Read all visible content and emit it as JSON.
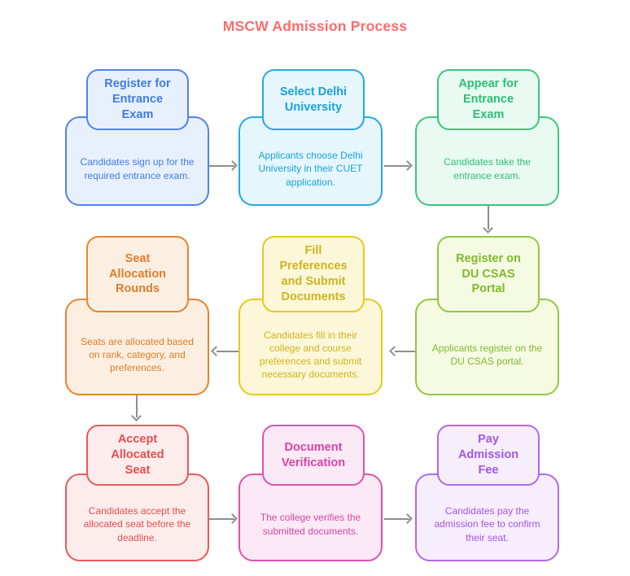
{
  "title": "MSCW Admission Process",
  "title_color": "#FB6D6D",
  "arrow_color": "#8E8E8E",
  "steps": [
    {
      "id": "register-entrance-exam",
      "title": "Register for\nEntrance\nExam",
      "description": "Candidates sign up for the\nrequired entrance exam.",
      "colors": {
        "border": "#5083EB",
        "fill": "#E9F0FD",
        "text": "#3E7CE8"
      }
    },
    {
      "id": "select-delhi-university",
      "title": "Select Delhi\nUniversity",
      "description": "Applicants choose Delhi\nUniversity in their CUET\napplication.",
      "colors": {
        "border": "#27A8E0",
        "fill": "#E5F6FC",
        "text": "#1CA1DB"
      }
    },
    {
      "id": "appear-entrance-exam",
      "title": "Appear for\nEntrance\nExam",
      "description": "Candidates take the\nentrance exam.",
      "colors": {
        "border": "#3EC57E",
        "fill": "#E8FAF1",
        "text": "#2FBE76"
      }
    },
    {
      "id": "register-du-csas-portal",
      "title": "Register on\nDU CSAS\nPortal",
      "description": "Applicants register on the\nDU CSAS portal.",
      "colors": {
        "border": "#92C83E",
        "fill": "#F5FAE2",
        "text": "#7FBA2D"
      }
    },
    {
      "id": "fill-preferences-submit-documents",
      "title": "Fill\nPreferences\nand Submit\nDocuments",
      "description": "Candidates fill in their\ncollege and course\npreferences and submit\nnecessary documents.",
      "colors": {
        "border": "#E6C91A",
        "fill": "#FCF7D8",
        "text": "#D0B31E"
      }
    },
    {
      "id": "seat-allocation-rounds",
      "title": "Seat\nAllocation\nRounds",
      "description": "Seats are allocated based\non rank, category, and\npreferences.",
      "colors": {
        "border": "#E8832D",
        "fill": "#FCEFE2",
        "text": "#E07C27"
      }
    },
    {
      "id": "accept-allocated-seat",
      "title": "Accept\nAllocated\nSeat",
      "description": "Candidates accept the\nallocated seat before the\ndeadline.",
      "colors": {
        "border": "#E9595B",
        "fill": "#FDECEC",
        "text": "#E44F51"
      }
    },
    {
      "id": "document-verification",
      "title": "Document\nVerification",
      "description": "The college verifies the\nsubmitted documents.",
      "colors": {
        "border": "#DF50B0",
        "fill": "#FBE9F5",
        "text": "#D944A8"
      }
    },
    {
      "id": "pay-admission-fee",
      "title": "Pay\nAdmission\nFee",
      "description": "Candidates pay the\nadmission fee to confirm\ntheir seat.",
      "colors": {
        "border": "#B368E8",
        "fill": "#F6EDFD",
        "text": "#A457E2"
      }
    }
  ],
  "connections": [
    {
      "from": "register-entrance-exam",
      "to": "select-delhi-university"
    },
    {
      "from": "select-delhi-university",
      "to": "appear-entrance-exam"
    },
    {
      "from": "appear-entrance-exam",
      "to": "register-du-csas-portal"
    },
    {
      "from": "register-du-csas-portal",
      "to": "fill-preferences-submit-documents"
    },
    {
      "from": "fill-preferences-submit-documents",
      "to": "seat-allocation-rounds"
    },
    {
      "from": "seat-allocation-rounds",
      "to": "accept-allocated-seat"
    },
    {
      "from": "accept-allocated-seat",
      "to": "document-verification"
    },
    {
      "from": "document-verification",
      "to": "pay-admission-fee"
    }
  ]
}
